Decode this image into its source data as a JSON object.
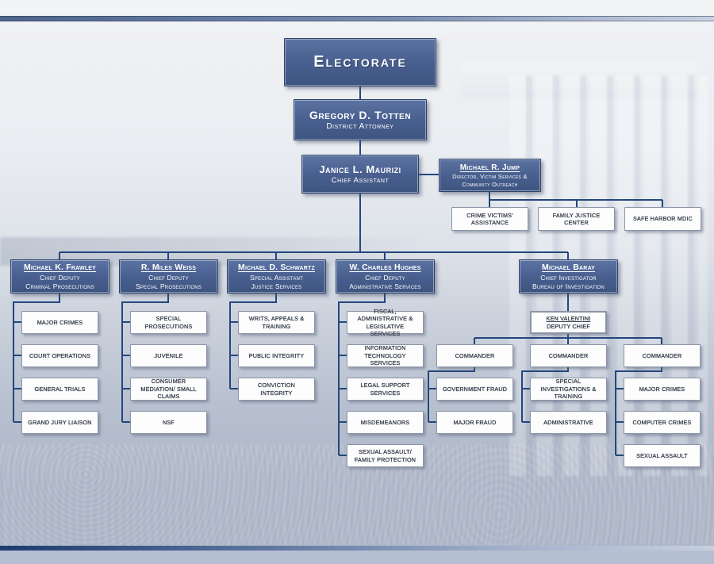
{
  "org": {
    "electorate": {
      "title": "Electorate"
    },
    "district_attorney": {
      "name": "Gregory D. Totten",
      "title": "District Attorney"
    },
    "chief_assistant": {
      "name": "Janice L. Maurizi",
      "title": "Chief Assistant"
    },
    "victim_services": {
      "name": "Michael R. Jump",
      "title": "Director, Victim Services & Community Outreach",
      "units": [
        "CRIME VICTIMS' ASSISTANCE",
        "FAMILY JUSTICE CENTER",
        "SAFE HARBOR MDIC"
      ]
    },
    "departments": [
      {
        "name": "Michael K. Frawley",
        "title": "Chief Deputy",
        "division": "Criminal Prosecutions",
        "units": [
          "MAJOR CRIMES",
          "COURT OPERATIONS",
          "GENERAL TRIALS",
          "GRAND JURY LIAISON"
        ]
      },
      {
        "name": "R. Miles Weiss",
        "title": "Chief Deputy",
        "division": "Special Prosecutions",
        "units": [
          "SPECIAL PROSECUTIONS",
          "JUVENILE",
          "CONSUMER MEDIATION/ SMALL CLAIMS",
          "NSF"
        ]
      },
      {
        "name": "Michael D. Schwartz",
        "title": "Special Assistant",
        "division": "Justice Services",
        "units": [
          "WRITS, APPEALS & TRAINING",
          "PUBLIC INTEGRITY",
          "CONVICTION INTEGRITY"
        ]
      },
      {
        "name": "W. Charles Hughes",
        "title": "Chief Deputy",
        "division": "Administrative Services",
        "units": [
          "FISCAL, ADMINISTRATIVE & LEGISLATIVE SERVICES",
          "INFORMATION TECHNOLOGY SERVICES",
          "LEGAL SUPPORT SERVICES",
          "MISDEMEANORS",
          "SEXUAL ASSAULT/ FAMILY PROTECTION"
        ]
      },
      {
        "name": "Michael Baray",
        "title": "Chief Investigator",
        "division": "Bureau of Investigation"
      }
    ],
    "bureau": {
      "deputy_chief": {
        "name": "KEN VALENTINI",
        "title": "DEPUTY CHIEF"
      },
      "commanders": [
        {
          "label": "COMMANDER",
          "units": [
            "GOVERNMENT FRAUD",
            "MAJOR FRAUD"
          ]
        },
        {
          "label": "COMMANDER",
          "units": [
            "SPECIAL INVESTIGATIONS & TRAINING",
            "ADMINISTRATIVE"
          ]
        },
        {
          "label": "COMMANDER",
          "units": [
            "MAJOR CRIMES",
            "COMPUTER CRIMES",
            "SEXUAL ASSAULT"
          ]
        }
      ]
    },
    "colors": {
      "box_blue_top": "#5d74a3",
      "box_blue_bottom": "#3e5480",
      "connector": "#24477c",
      "unit_text": "#39414e",
      "accent_bar": "#52678e"
    }
  }
}
